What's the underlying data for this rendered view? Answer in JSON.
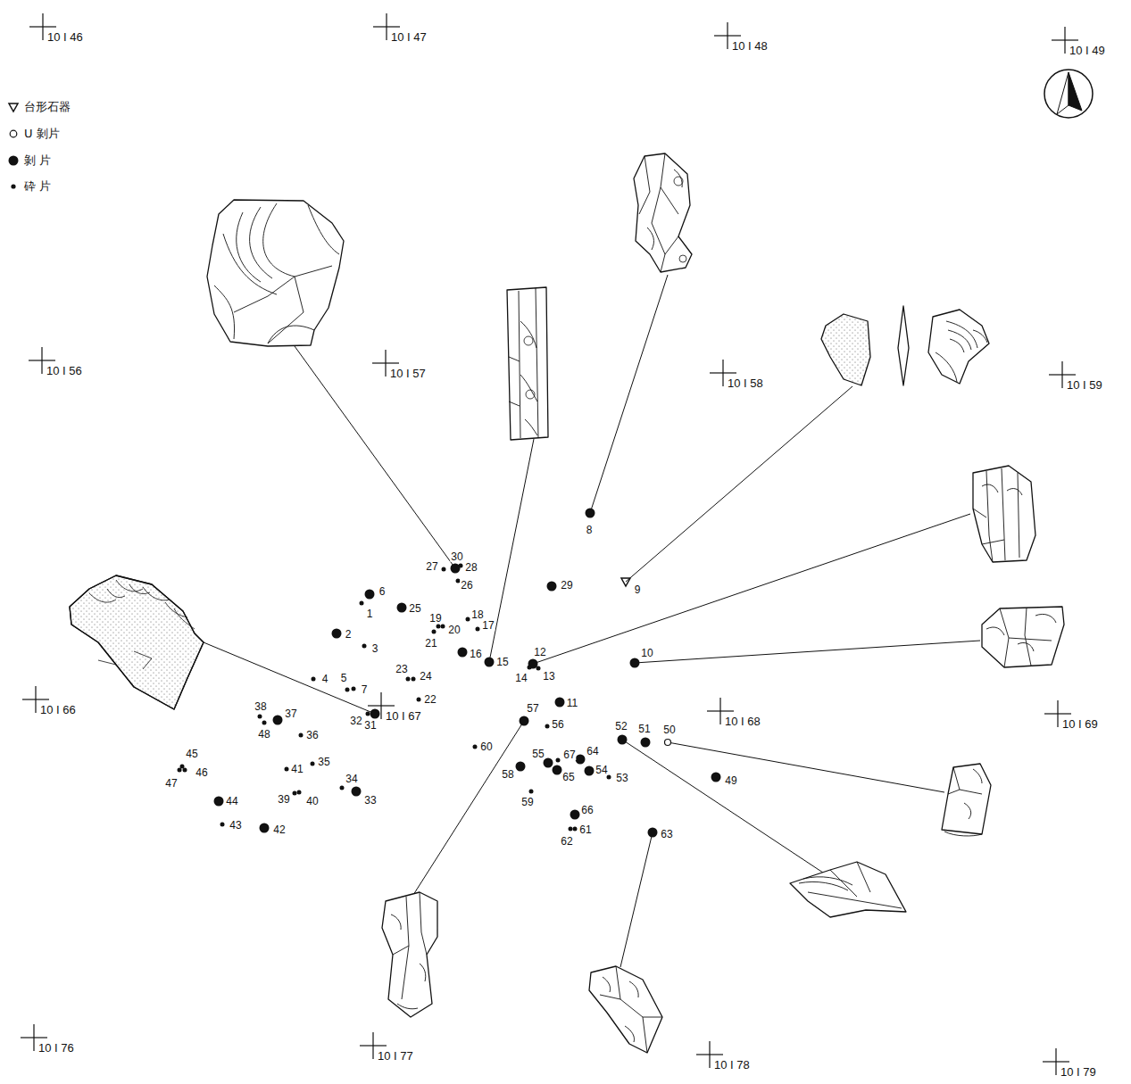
{
  "diagram": {
    "labels": [
      "10 I 46",
      "10 I 47",
      "10 I 48",
      "10 I 49",
      "10 I 56",
      "10 I 57",
      "10 I 58",
      "10 I 59",
      "10 I 66",
      "10 I 67",
      "10 I 68",
      "10 I 69",
      "10 I 76",
      "10 I 77",
      "10 I 78",
      "10 I 79",
      "1",
      "2",
      "3",
      "4",
      "5",
      "6",
      "7",
      "8",
      "9",
      "10",
      "11",
      "12",
      "13",
      "14",
      "15",
      "16",
      "17",
      "18",
      "19",
      "20",
      "21",
      "22",
      "23",
      "24",
      "25",
      "26",
      "27",
      "28",
      "29",
      "30",
      "31",
      "32",
      "33",
      "34",
      "35",
      "36",
      "37",
      "38",
      "39",
      "40",
      "41",
      "42",
      "43",
      "44",
      "45",
      "46",
      "47",
      "48",
      "49",
      "50",
      "51",
      "52",
      "53",
      "54",
      "55",
      "56",
      "57",
      "58",
      "59",
      "60",
      "61",
      "62",
      "63",
      "64",
      "65",
      "66",
      "67"
    ],
    "legend": [
      {
        "text": "台形石器"
      },
      {
        "text": "U 剝片"
      },
      {
        "text": "剝 片"
      },
      {
        "text": "砕 片"
      }
    ]
  }
}
